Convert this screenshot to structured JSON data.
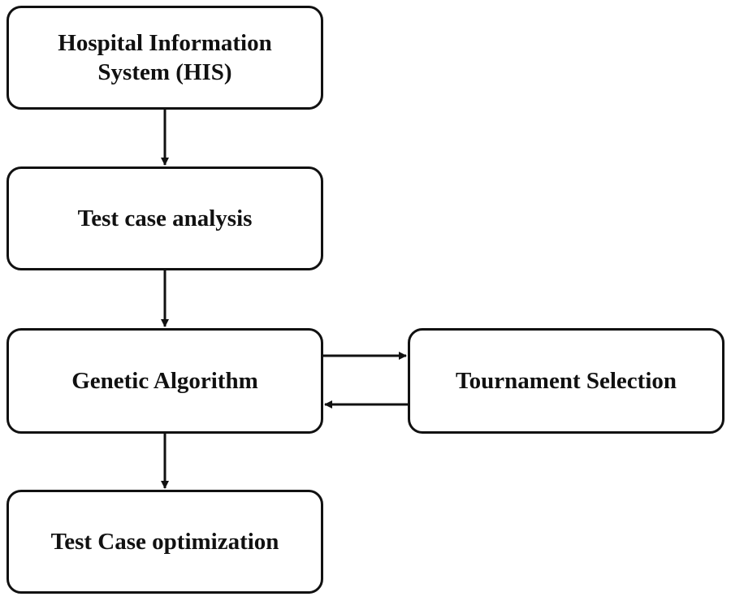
{
  "diagram": {
    "nodes": [
      {
        "id": "his",
        "label": "Hospital Information\nSystem (HIS)"
      },
      {
        "id": "analysis",
        "label": "Test case analysis"
      },
      {
        "id": "ga",
        "label": "Genetic Algorithm"
      },
      {
        "id": "tournament",
        "label": "Tournament  Selection"
      },
      {
        "id": "optimization",
        "label": "Test Case optimization"
      }
    ],
    "edges": [
      {
        "from": "his",
        "to": "analysis"
      },
      {
        "from": "analysis",
        "to": "ga"
      },
      {
        "from": "ga",
        "to": "tournament"
      },
      {
        "from": "tournament",
        "to": "ga"
      },
      {
        "from": "ga",
        "to": "optimization"
      }
    ]
  }
}
